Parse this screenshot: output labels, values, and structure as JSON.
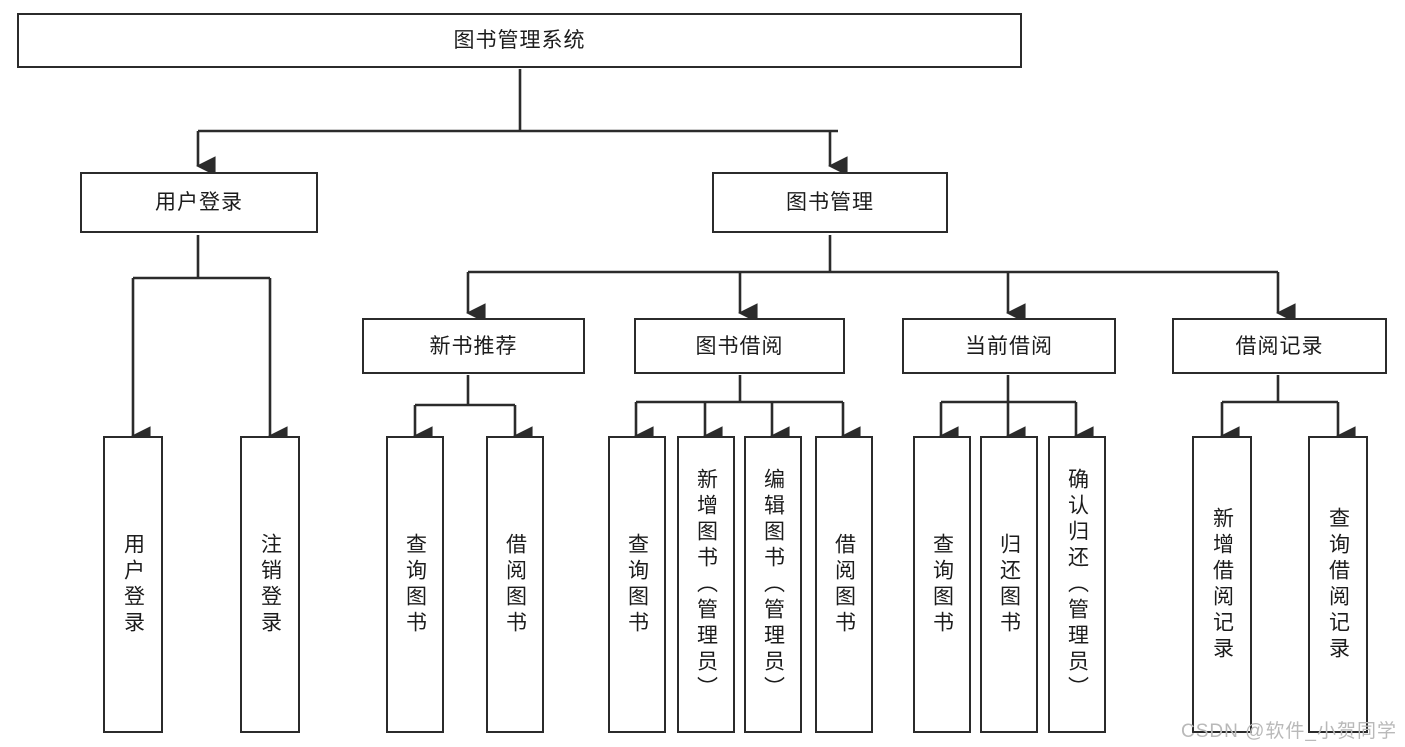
{
  "diagram": {
    "type": "tree",
    "title": "图书管理系统",
    "root": {
      "label": "图书管理系统"
    },
    "level2": [
      {
        "label": "用户登录"
      },
      {
        "label": "图书管理"
      }
    ],
    "level3": [
      {
        "label": "新书推荐",
        "parent": "图书管理"
      },
      {
        "label": "图书借阅",
        "parent": "图书管理"
      },
      {
        "label": "当前借阅",
        "parent": "图书管理"
      },
      {
        "label": "借阅记录",
        "parent": "图书管理"
      }
    ],
    "leaves": {
      "user_login": [
        {
          "label": "用户登录"
        },
        {
          "label": "注销登录"
        }
      ],
      "new_book_recommend": [
        {
          "label": "查询图书"
        },
        {
          "label": "借阅图书"
        }
      ],
      "book_borrow": [
        {
          "label": "查询图书"
        },
        {
          "label": "新增图书（管理员）"
        },
        {
          "label": "编辑图书（管理员）"
        },
        {
          "label": "借阅图书"
        }
      ],
      "current_borrow": [
        {
          "label": "查询图书"
        },
        {
          "label": "归还图书"
        },
        {
          "label": "确认归还（管理员）"
        }
      ],
      "borrow_record": [
        {
          "label": "新增借阅记录"
        },
        {
          "label": "查询借阅记录"
        }
      ]
    }
  },
  "watermark": {
    "text": "CSDN @软件_小贺同学"
  },
  "colors": {
    "stroke": "#2b2b2b",
    "fill": "#ffffff",
    "text": "#1c1c1c",
    "watermark": "#b9b9b9"
  }
}
